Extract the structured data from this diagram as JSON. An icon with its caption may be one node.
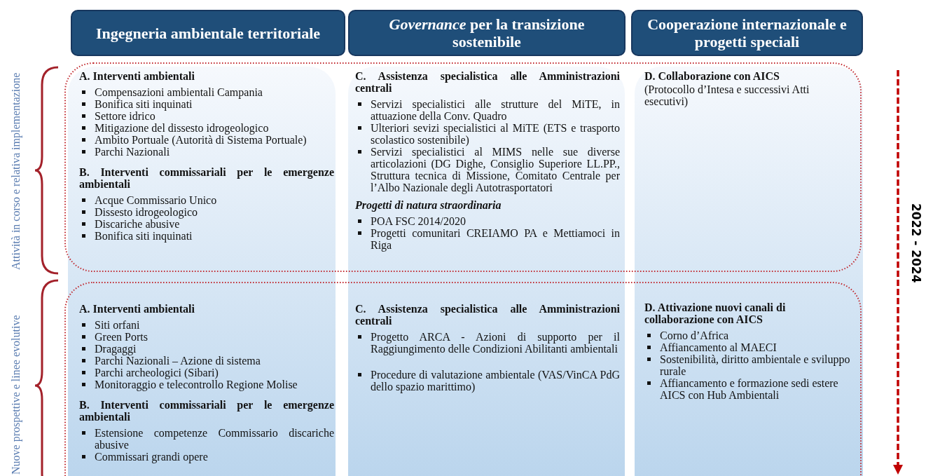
{
  "diagram": {
    "nodes": [
      {
        "text": [
          "Ingegneria ambientale territoriale"
        ]
      },
      {
        "text": [
          "*Governance* per la transizione sostenibile"
        ]
      },
      {
        "text": [
          "Cooperazione internazionale e progetti speciali"
        ]
      },
      {
        "text": [
          "A. Interventi ambientali",
          "Compensazioni ambientali Campania",
          "Bonifica siti inquinati",
          "Settore idrico",
          "Mitigazione del dissesto idrogeologico",
          "Ambito Portuale (Autorità di Sistema Portuale)",
          "Parchi Nazionali",
          "B. Interventi commissariali per le emergenze ambientali",
          "Acque Commissario Unico",
          "Dissesto idrogeologico",
          "Discariche abusive",
          "Bonifica siti inquinati"
        ]
      },
      {
        "text": [
          "C. Assistenza specialistica alle Amministrazioni centrali",
          "Servizi specialistici alle strutture del MiTE, in attuazione della Conv. Quadro",
          "Ulteriori sevizi specialistici al MiTE (ETS e trasporto scolastico sostenibile)",
          "Servizi specialistici al MIMS nelle sue diverse articolazioni (DG Dighe, Consiglio Superiore LL.PP., Struttura tecnica di Missione, Comitato Centrale per l’Albo Nazionale degli Autotrasportatori",
          "Progetti di natura straordinaria",
          "POA FSC 2014/2020",
          "Progetti comunitari CREIAMO PA e Mettiamoci in Riga"
        ]
      },
      {
        "text": [
          "D. Collaborazione con AICS",
          "(Protocollo d’Intesa e successivi Atti esecutivi)"
        ]
      },
      {
        "text": [
          "A. Interventi ambientali",
          "Siti orfani",
          "Green Ports",
          "Dragaggi",
          "Parchi Nazionali – Azione di sistema",
          "Parchi archeologici (Sibari)",
          "Monitoraggio e telecontrollo Regione Molise",
          "B. Interventi commissariali per le emergenze ambientali",
          "Estensione competenze Commissario discariche abusive",
          "Commissari grandi opere"
        ]
      },
      {
        "text": [
          "C. Assistenza specialistica alle Amministrazioni centrali",
          "Progetto ARCA - Azioni di supporto per il Raggiungimento delle Condizioni Abilitanti ambientali",
          "Procedure di valutazione ambientale (VAS/VinCA PdG dello spazio marittimo)"
        ]
      },
      {
        "text": [
          "D. Attivazione nuovi canali di collaborazione con AICS",
          "Corno d’Africa",
          "Affiancamento al MAECI",
          "Sostenibilità, diritto ambientale e sviluppo rurale",
          "Affiancamento e formazione sedi estere AICS con Hub Ambientali"
        ]
      }
    ],
    "labels": [
      "Attività in corso e relativa implementazione",
      "Nuove prospettive e linee evolutive",
      "2022 - 2024"
    ]
  }
}
